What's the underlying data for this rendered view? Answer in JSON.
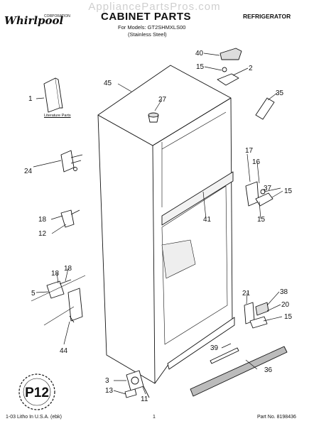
{
  "header": {
    "watermark": "AppliancePartsPros.com",
    "brand": "Whirlpool",
    "brand_sub": "CORPORATION",
    "title": "CABINET PARTS",
    "models": "For Models: GT2SHMXLS00",
    "variant": "(Stainless Steel)",
    "appliance": "REFRIGERATOR"
  },
  "literature_label": "Literature Parts",
  "stamp_text": "P12",
  "callouts": [
    "40",
    "15",
    "2",
    "45",
    "27",
    "35",
    "1",
    "17",
    "16",
    "37",
    "15",
    "24",
    "41",
    "15",
    "18",
    "12",
    "18",
    "18",
    "5",
    "21",
    "38",
    "20",
    "15",
    "44",
    "39",
    "36",
    "3",
    "13",
    "11"
  ],
  "footer": {
    "left": "1-03 Litho In U.S.A. (ebk)",
    "center": "1",
    "right": "Part No. 8198436"
  }
}
